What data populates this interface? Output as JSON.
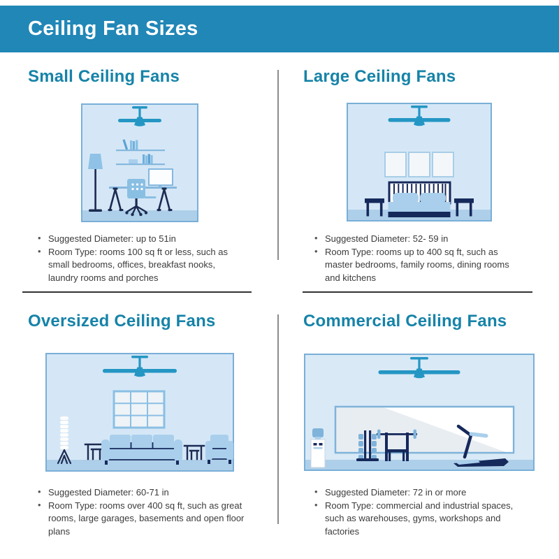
{
  "header": {
    "title": "Ceiling Fan Sizes",
    "background_color": "#2187b7",
    "text_color": "#ffffff"
  },
  "colors": {
    "section_heading": "#1683a8",
    "room_fill": "#d5e7f6",
    "room_border": "#79afd8",
    "floor": "#aecfe9",
    "fan": "#2496c4",
    "furniture_light_blue": "#a9cfec",
    "furniture_mid_blue": "#8abfe4",
    "furniture_navy": "#16295b",
    "body_text": "#3b3b3b",
    "divider_horizontal": "#333333",
    "divider_vertical": "#8c8c8c"
  },
  "sections": [
    {
      "title": "Small Ceiling Fans",
      "scene": "home-office-room",
      "scene_items": [
        "ceiling-fan",
        "wall-shelves-with-books",
        "floor-lamp",
        "desk",
        "monitor",
        "office-chair"
      ],
      "bullets": [
        "Suggested Diameter: up to 51in",
        "Room Type: rooms 100 sq ft or less, such as small bedrooms, offices, breakfast nooks, laundry rooms and porches"
      ]
    },
    {
      "title": "Large Ceiling Fans",
      "scene": "bedroom",
      "scene_items": [
        "ceiling-fan",
        "picture-frames",
        "bed",
        "nightstands"
      ],
      "bullets": [
        "Suggested Diameter: 52- 59 in",
        "Room Type: rooms up to 400 sq ft, such as master bedrooms, family rooms, dining rooms and kitchens"
      ]
    },
    {
      "title": "Oversized Ceiling Fans",
      "scene": "living-room",
      "scene_items": [
        "ceiling-fan",
        "grid-window",
        "tripod-lamp",
        "side-tables",
        "sofa",
        "armchair"
      ],
      "bullets": [
        "Suggested Diameter: 60-71 in",
        "Room Type: rooms over 400 sq ft, such as great rooms, large garages, basements and open floor plans"
      ]
    },
    {
      "title": "Commercial Ceiling Fans",
      "scene": "gym",
      "scene_items": [
        "ceiling-fan",
        "mirror-wall",
        "water-cooler",
        "dumbbell-rack",
        "weight-bench-with-barbell",
        "treadmill"
      ],
      "bullets": [
        "Suggested Diameter: 72 in or more",
        "Room Type: commercial and industrial spaces, such as warehouses, gyms, workshops and factories"
      ]
    }
  ]
}
